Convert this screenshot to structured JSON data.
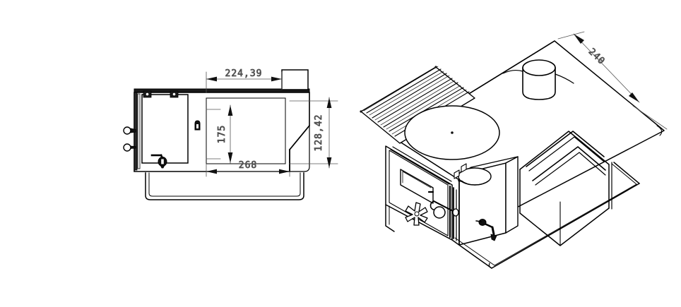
{
  "drawing": {
    "title": "wood-burning cook stove with water tank",
    "background_color": "#ffffff",
    "line_color": "#000000",
    "dimension_text_color": "#4a4a4a",
    "views": [
      {
        "name": "side-elevation-view",
        "position": "left",
        "features": [
          "water-tank",
          "tank-mounting-brackets",
          "water-tap",
          "door-hinges",
          "door-latch",
          "flue-outlet-box",
          "chamfered-rear-corner",
          "base-stand-frame"
        ]
      },
      {
        "name": "isometric-3d-view",
        "position": "right",
        "features": [
          "ribbed-warming-grill",
          "round-hotplate",
          "chimney-flue-pipe",
          "stove-door",
          "door-glass-window",
          "star-air-vent",
          "door-handle",
          "water-tank",
          "water-tap",
          "open-shelf-rack",
          "base-stand-frame"
        ]
      }
    ]
  },
  "dimensions": {
    "top_width": "224,39",
    "overall_width": "268",
    "body_height": "175",
    "rear_height": "128,42",
    "depth": "240"
  }
}
